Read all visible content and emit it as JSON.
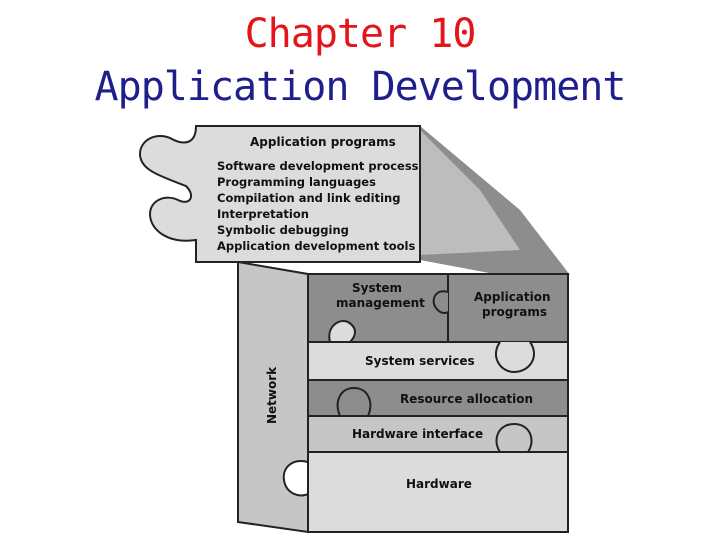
{
  "slide": {
    "title_line1": "Chapter 10",
    "title_line2": "Application Development",
    "title_color_line1": "#e4141b",
    "title_color_line2": "#1f1f8c"
  },
  "diagram": {
    "top_piece": {
      "heading": "Application programs",
      "items": [
        "Software development process",
        "Programming languages",
        "Compilation and link editing",
        "Interpretation",
        "Symbolic debugging",
        "Application development tools"
      ]
    },
    "side_label": "Network",
    "system_management": [
      "System",
      "management"
    ],
    "application_programs": [
      "Application",
      "programs"
    ],
    "layers": {
      "system_services": "System services",
      "resource_allocation": "Resource allocation",
      "hardware_interface": "Hardware interface",
      "hardware": "Hardware"
    },
    "colors": {
      "light_gray": "#dcdcdc",
      "mid_gray": "#c6c6c6",
      "dark_gray": "#8d8d8d",
      "outline": "#222222"
    }
  }
}
